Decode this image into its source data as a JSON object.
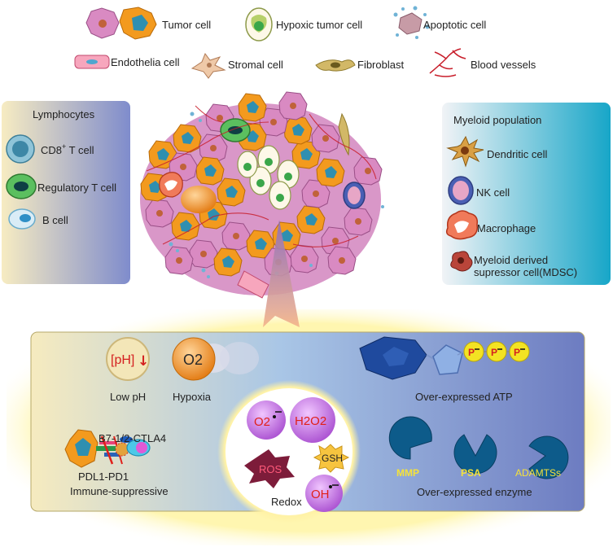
{
  "legend": {
    "tumor_cell": "Tumor cell",
    "hypoxic_tumor_cell": "Hypoxic tumor cell",
    "apoptotic_cell": "Apoptotic cell",
    "endothelia_cell": "Endothelia cell",
    "stromal_cell": "Stromal cell",
    "fibroblast": "Fibroblast",
    "blood_vessels": "Blood vessels"
  },
  "lymphocytes": {
    "title": "Lymphocytes",
    "cd8_prefix": "CD8",
    "cd8_sup": "+",
    "cd8_suffix": " T cell",
    "regulatory_t": "Regulatory T cell",
    "b_cell": "B cell"
  },
  "myeloid": {
    "title": "Myeloid population",
    "dendritic": "Dendritic cell",
    "nk": "NK cell",
    "macrophage": "Macrophage",
    "mdsc_line1": "Myeloid derived",
    "mdsc_line2": "supressor cell(MDSC)"
  },
  "microenvironment": {
    "ph_badge": "[pH]",
    "ph_arrow": "↓",
    "low_ph": "Low pH",
    "o2_badge": "O2",
    "hypoxia": "Hypoxia",
    "atp_p": "P",
    "over_atp": "Over-expressed ATP",
    "b7": "B7-1/2-CTLA4",
    "pdl1": "PDL1-PD1",
    "immune": "Immune-suppressive",
    "o2_radical": "O2",
    "h2o2": "H2O2",
    "ros": "ROS",
    "gsh": "GSH",
    "oh": "OH",
    "redox": "Redox",
    "mmp": "MMP",
    "psa": "PSA",
    "adamts": "ADAMTSs",
    "over_enzyme": "Over-expressed enzyme"
  },
  "colors": {
    "tumor_orange": "#f39a1e",
    "tumor_pink": "#d98ac2",
    "nucleus_blue": "#2f8fb0",
    "panel_blue": "#6f7fc4",
    "panel_cream": "#f6ecc0",
    "glow_yellow": "#fff3a0"
  }
}
